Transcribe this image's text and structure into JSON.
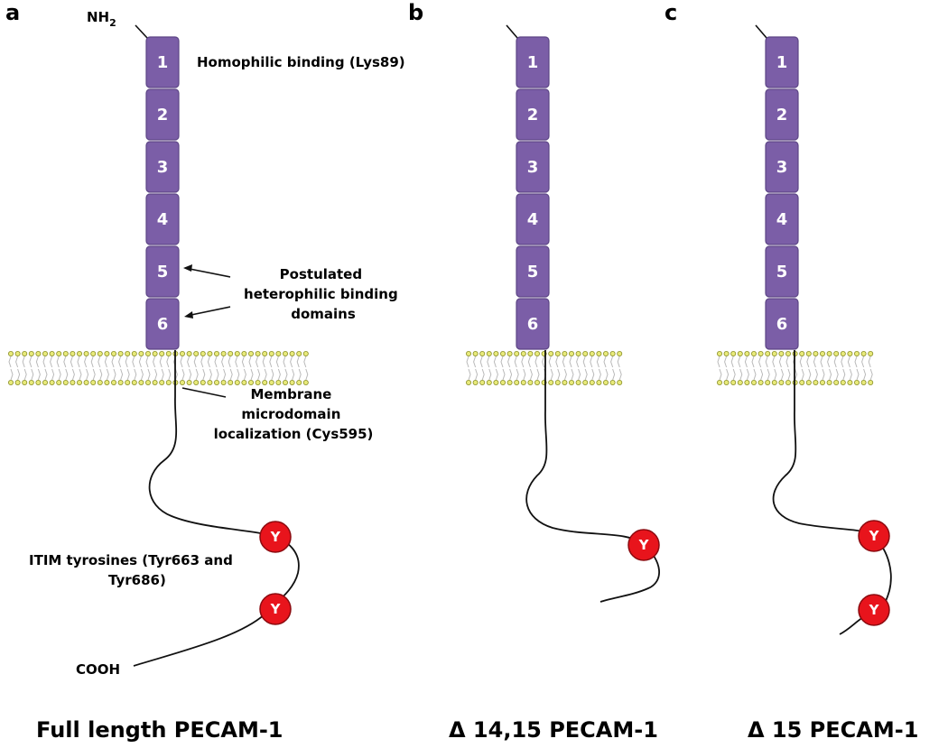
{
  "panels": [
    {
      "letter": "a",
      "caption": "Full length PECAM-1",
      "n_terminus": "NH",
      "n_terminus_sub": "2",
      "c_terminus": "COOH",
      "domains": [
        "1",
        "2",
        "3",
        "4",
        "5",
        "6"
      ],
      "tyrosines": [
        "Y",
        "Y"
      ]
    },
    {
      "letter": "b",
      "caption": "Δ 14,15 PECAM-1",
      "domains": [
        "1",
        "2",
        "3",
        "4",
        "5",
        "6"
      ],
      "tyrosines": [
        "Y"
      ]
    },
    {
      "letter": "c",
      "caption": "Δ 15 PECAM-1",
      "domains": [
        "1",
        "2",
        "3",
        "4",
        "5",
        "6"
      ],
      "tyrosines": [
        "Y",
        "Y"
      ]
    }
  ],
  "annotations": {
    "homophilic": "Homophilic binding (Lys89)",
    "heterophilic": [
      "Postulated",
      "heterophilic binding",
      "domains"
    ],
    "membrane": [
      "Membrane",
      "microdomain",
      "localization (Cys595)"
    ],
    "itim": [
      "ITIM tyrosines (Tyr663 and",
      "Tyr686)"
    ]
  },
  "colors": {
    "domain": "#7b5ea7",
    "tyrosine": "#e8141c",
    "lipid_head": "#e8ea7a"
  }
}
